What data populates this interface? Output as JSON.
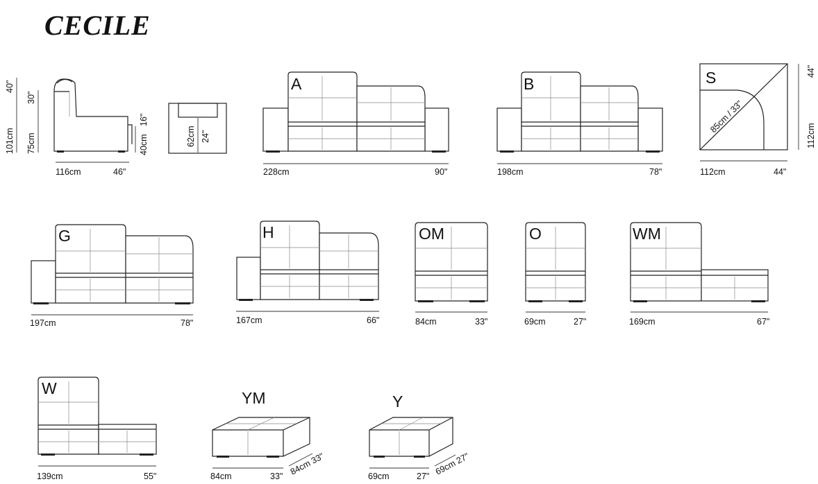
{
  "brand": {
    "name": "CECILE"
  },
  "side_view": {
    "height_total_in": "40\"",
    "height_total_cm": "101cm",
    "back_in": "30\"",
    "seat_cm": "75cm",
    "seat_in": "16\"",
    "seat_h_cm": "40cm",
    "depth_cm": "116cm",
    "depth_in": "46\""
  },
  "arm_view": {
    "width_cm": "62cm",
    "width_in": "24\""
  },
  "modules": [
    {
      "id": "A",
      "label": "A",
      "width_cm": "228cm",
      "width_in": "90\""
    },
    {
      "id": "B",
      "label": "B",
      "width_cm": "198cm",
      "width_in": "78\""
    },
    {
      "id": "S",
      "label": "S",
      "width_cm": "112cm",
      "width_in": "44\"",
      "height_in": "44\"",
      "height_cm": "112cm",
      "diag": "85cm / 33\""
    },
    {
      "id": "G",
      "label": "G",
      "width_cm": "197cm",
      "width_in": "78\""
    },
    {
      "id": "H",
      "label": "H",
      "width_cm": "167cm",
      "width_in": "66\""
    },
    {
      "id": "OM",
      "label": "OM",
      "width_cm": "84cm",
      "width_in": "33\""
    },
    {
      "id": "O",
      "label": "O",
      "width_cm": "69cm",
      "width_in": "27\""
    },
    {
      "id": "WM",
      "label": "WM",
      "width_cm": "169cm",
      "width_in": "67\""
    },
    {
      "id": "W",
      "label": "W",
      "width_cm": "139cm",
      "width_in": "55\""
    },
    {
      "id": "YM",
      "label": "YM",
      "width_cm": "84cm",
      "width_in": "33\"",
      "depth": "84cm 33\""
    },
    {
      "id": "Y",
      "label": "Y",
      "width_cm": "69cm",
      "width_in": "27\"",
      "depth": "69cm 27\""
    }
  ]
}
